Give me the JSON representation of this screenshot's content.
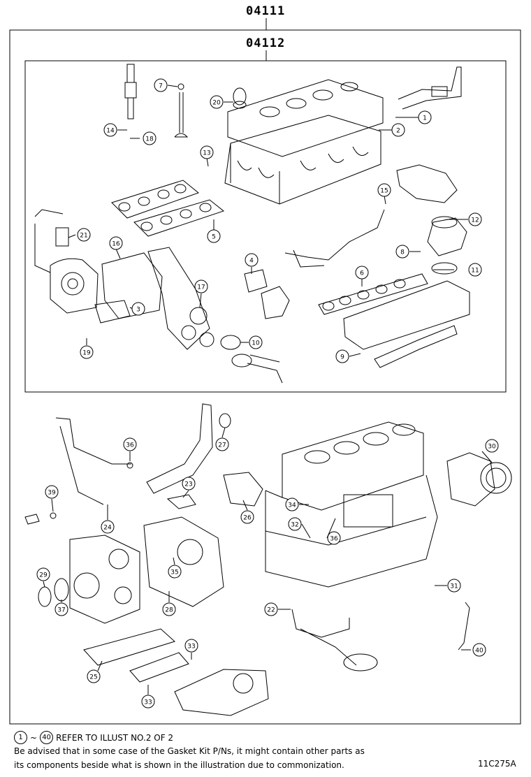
{
  "kits": {
    "outer": "04111",
    "inner": "04112"
  },
  "callouts": [
    {
      "n": "1"
    },
    {
      "n": "2"
    },
    {
      "n": "3"
    },
    {
      "n": "4"
    },
    {
      "n": "5"
    },
    {
      "n": "6"
    },
    {
      "n": "7"
    },
    {
      "n": "8"
    },
    {
      "n": "9"
    },
    {
      "n": "10"
    },
    {
      "n": "11"
    },
    {
      "n": "12"
    },
    {
      "n": "13"
    },
    {
      "n": "14"
    },
    {
      "n": "15"
    },
    {
      "n": "16"
    },
    {
      "n": "17"
    },
    {
      "n": "18"
    },
    {
      "n": "19"
    },
    {
      "n": "20"
    },
    {
      "n": "21"
    },
    {
      "n": "22"
    },
    {
      "n": "23"
    },
    {
      "n": "24"
    },
    {
      "n": "25"
    },
    {
      "n": "26"
    },
    {
      "n": "27"
    },
    {
      "n": "28"
    },
    {
      "n": "29"
    },
    {
      "n": "30"
    },
    {
      "n": "31"
    },
    {
      "n": "32"
    },
    {
      "n": "33"
    },
    {
      "n": "33"
    },
    {
      "n": "34"
    },
    {
      "n": "35"
    },
    {
      "n": "36"
    },
    {
      "n": "36"
    },
    {
      "n": "37"
    },
    {
      "n": "39"
    },
    {
      "n": "40"
    }
  ],
  "footer": {
    "ref_start": "1",
    "ref_sep": "~",
    "ref_end": "40",
    "ref_text": "REFER TO ILLUST NO.2 OF 2",
    "note_line1": "Be advised that in some case of the Gasket Kit P/Ns,  it might contain other parts as",
    "note_line2": "its components beside what is shown in the illustration due to commonization.",
    "code": "11C275A"
  }
}
